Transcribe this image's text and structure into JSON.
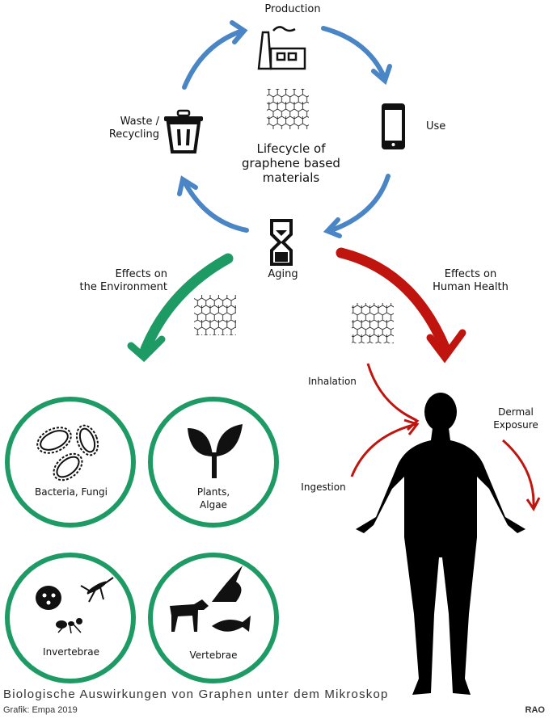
{
  "colors": {
    "cycle": "#4a86c5",
    "environment": "#1e9b64",
    "health": "#c0150f"
  },
  "cycle": {
    "production": "Production",
    "use": "Use",
    "aging": "Aging",
    "waste": "Waste /\nRecycling",
    "center": "Lifecycle of\ngraphene based\nmaterials"
  },
  "branches": {
    "environment": "Effects on\nthe Environment",
    "health": "Effects on\nHuman Health"
  },
  "organisms": [
    "Bacteria, Fungi",
    "Plants,\nAlgae",
    "Invertebrae",
    "Vertebrae"
  ],
  "exposure": {
    "inhalation": "Inhalation",
    "ingestion": "Ingestion",
    "dermal": "Dermal\nExposure"
  },
  "caption": "Biologische Auswirkungen von Graphen unter dem Mikroskop",
  "credit": "Grafik: Empa 2019",
  "agency": "RAO"
}
